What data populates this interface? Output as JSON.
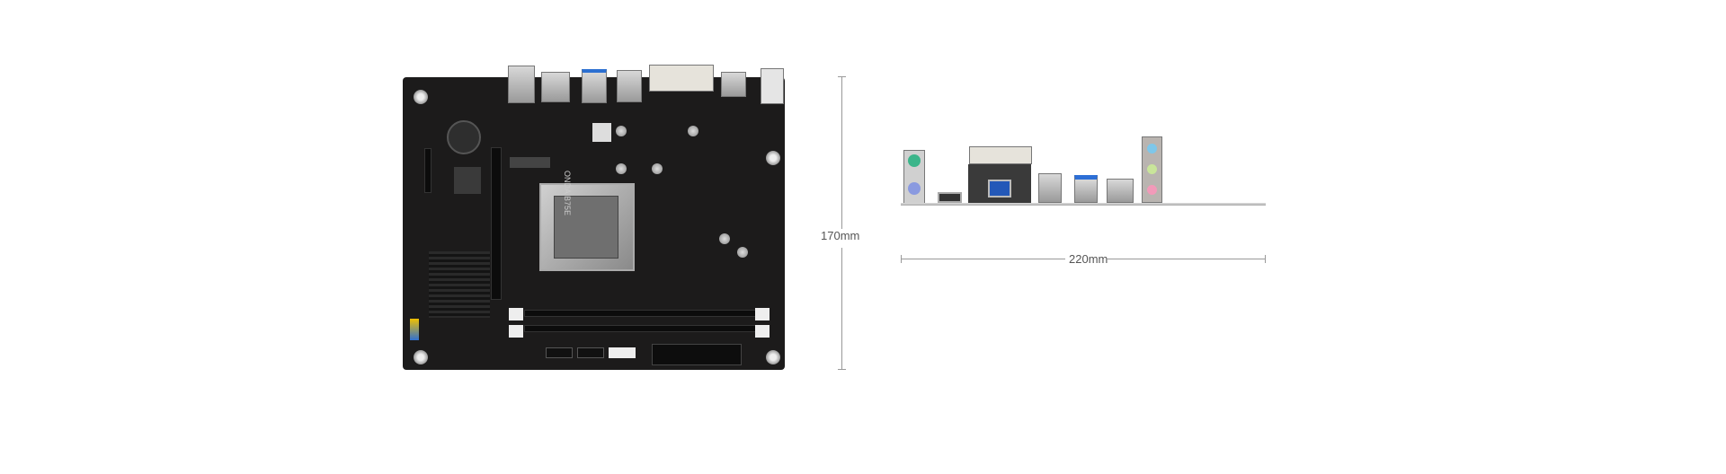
{
  "dimensions": {
    "height_label": "170mm",
    "width_label": "220mm"
  },
  "board": {
    "brand_text": "ONDA",
    "model_text": "B75E"
  }
}
